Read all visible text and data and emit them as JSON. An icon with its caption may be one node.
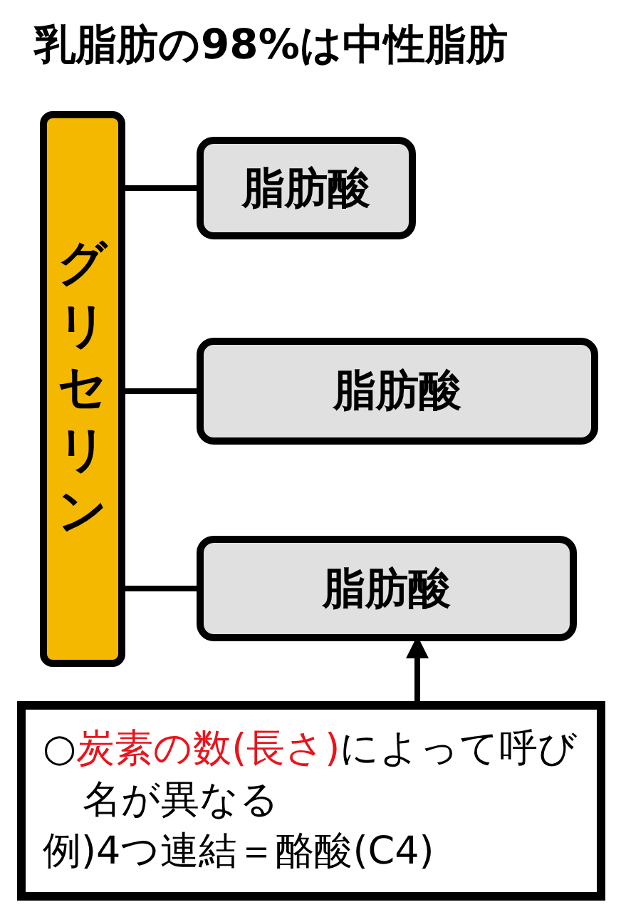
{
  "diagram": {
    "title": "乳脂肪の98%は中性脂肪",
    "nodes": [
      {
        "text": [
          "グリセリン"
        ]
      },
      {
        "text": [
          "脂肪酸"
        ]
      },
      {
        "text": [
          "脂肪酸"
        ]
      },
      {
        "text": [
          "脂肪酸"
        ]
      },
      {
        "text": [
          "○**炭素の数(長さ)**によって呼び名が異なる",
          "例)4つ連結＝酪酸(C4)"
        ]
      }
    ],
    "edges": [
      {
        "from": 0,
        "to": 1,
        "arrow": "none"
      },
      {
        "from": 0,
        "to": 2,
        "arrow": "none"
      },
      {
        "from": 0,
        "to": 3,
        "arrow": "none"
      },
      {
        "from": 4,
        "to": 3,
        "arrow": "to"
      }
    ]
  }
}
